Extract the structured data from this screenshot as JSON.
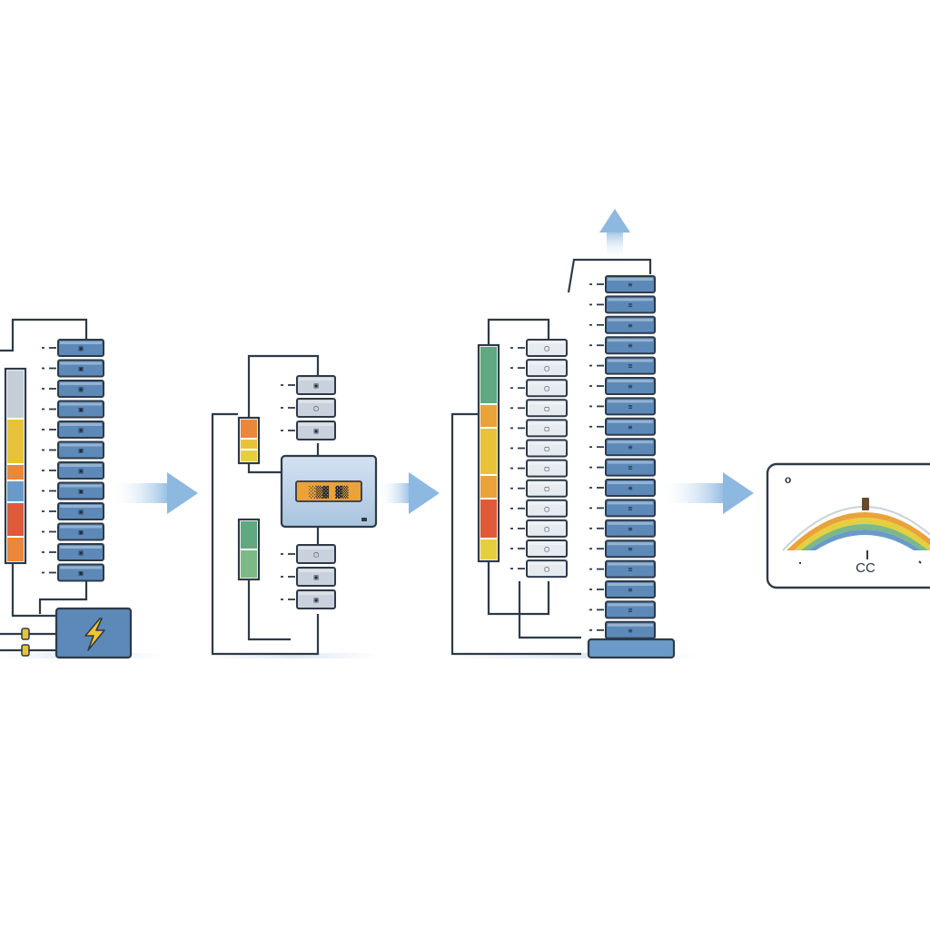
{
  "colors": {
    "outline": "#2e3a48",
    "cell_blue": "#5d89b8",
    "cell_blue_light": "#8fb0d4",
    "cell_gray": "#c9d2dc",
    "cell_gray_light": "#e6ebf0",
    "flow_arrow": "#8db8e0",
    "battery_yellow": "#e8c33a",
    "battery_orange": "#e9873a",
    "battery_red": "#df5a3a",
    "battery_green": "#5fa882",
    "battery_gray": "#c5ced8",
    "bolt": "#f4c430",
    "gauge_orange": "#eaa23a",
    "gauge_yellow": "#e6cf3f",
    "gauge_green": "#7db887",
    "gauge_blue": "#6a9bc8"
  },
  "stages": [
    {
      "id": "stage-1",
      "icons": [
        "battery-bank",
        "cell-stack",
        "power-bolt-icon"
      ],
      "cell_count": 12
    },
    {
      "id": "stage-2",
      "icons": [
        "controller-module",
        "cell-stack-top",
        "cell-stack-bottom"
      ],
      "cell_count_top": 3,
      "cell_count_bottom": 3,
      "display_text": "░▒▓ ▓▒"
    },
    {
      "id": "stage-3",
      "icons": [
        "battery-bank",
        "cell-stack",
        "tall-cell-tower",
        "base-plate"
      ],
      "cell_count": 12,
      "tower_count": 18
    },
    {
      "id": "stage-4",
      "icons": [
        "gauge-panel"
      ],
      "gauge_label": "CC",
      "corner_mark": "o"
    }
  ],
  "cell_glyphs": {
    "stage1": [
      "▣",
      "▣",
      "▣",
      "▣",
      "▣",
      "▣",
      "▣",
      "▣",
      "▣",
      "▣",
      "▣",
      "▣"
    ],
    "stage2_top": [
      "▣",
      "▢",
      "▣"
    ],
    "stage2_bottom": [
      "▢",
      "▣",
      "▣"
    ],
    "stage3": [
      "▢",
      "▢",
      "▢",
      "▢",
      "▢",
      "▢",
      "▢",
      "▢",
      "▢",
      "▢",
      "▢",
      "▢"
    ],
    "tower": [
      "≡",
      "≡",
      "≡",
      "≡",
      "≡",
      "≡",
      "≡",
      "≡",
      "≡",
      "≡",
      "≡",
      "≡",
      "≡",
      "≡",
      "≡",
      "≡",
      "≡",
      "≡"
    ]
  }
}
